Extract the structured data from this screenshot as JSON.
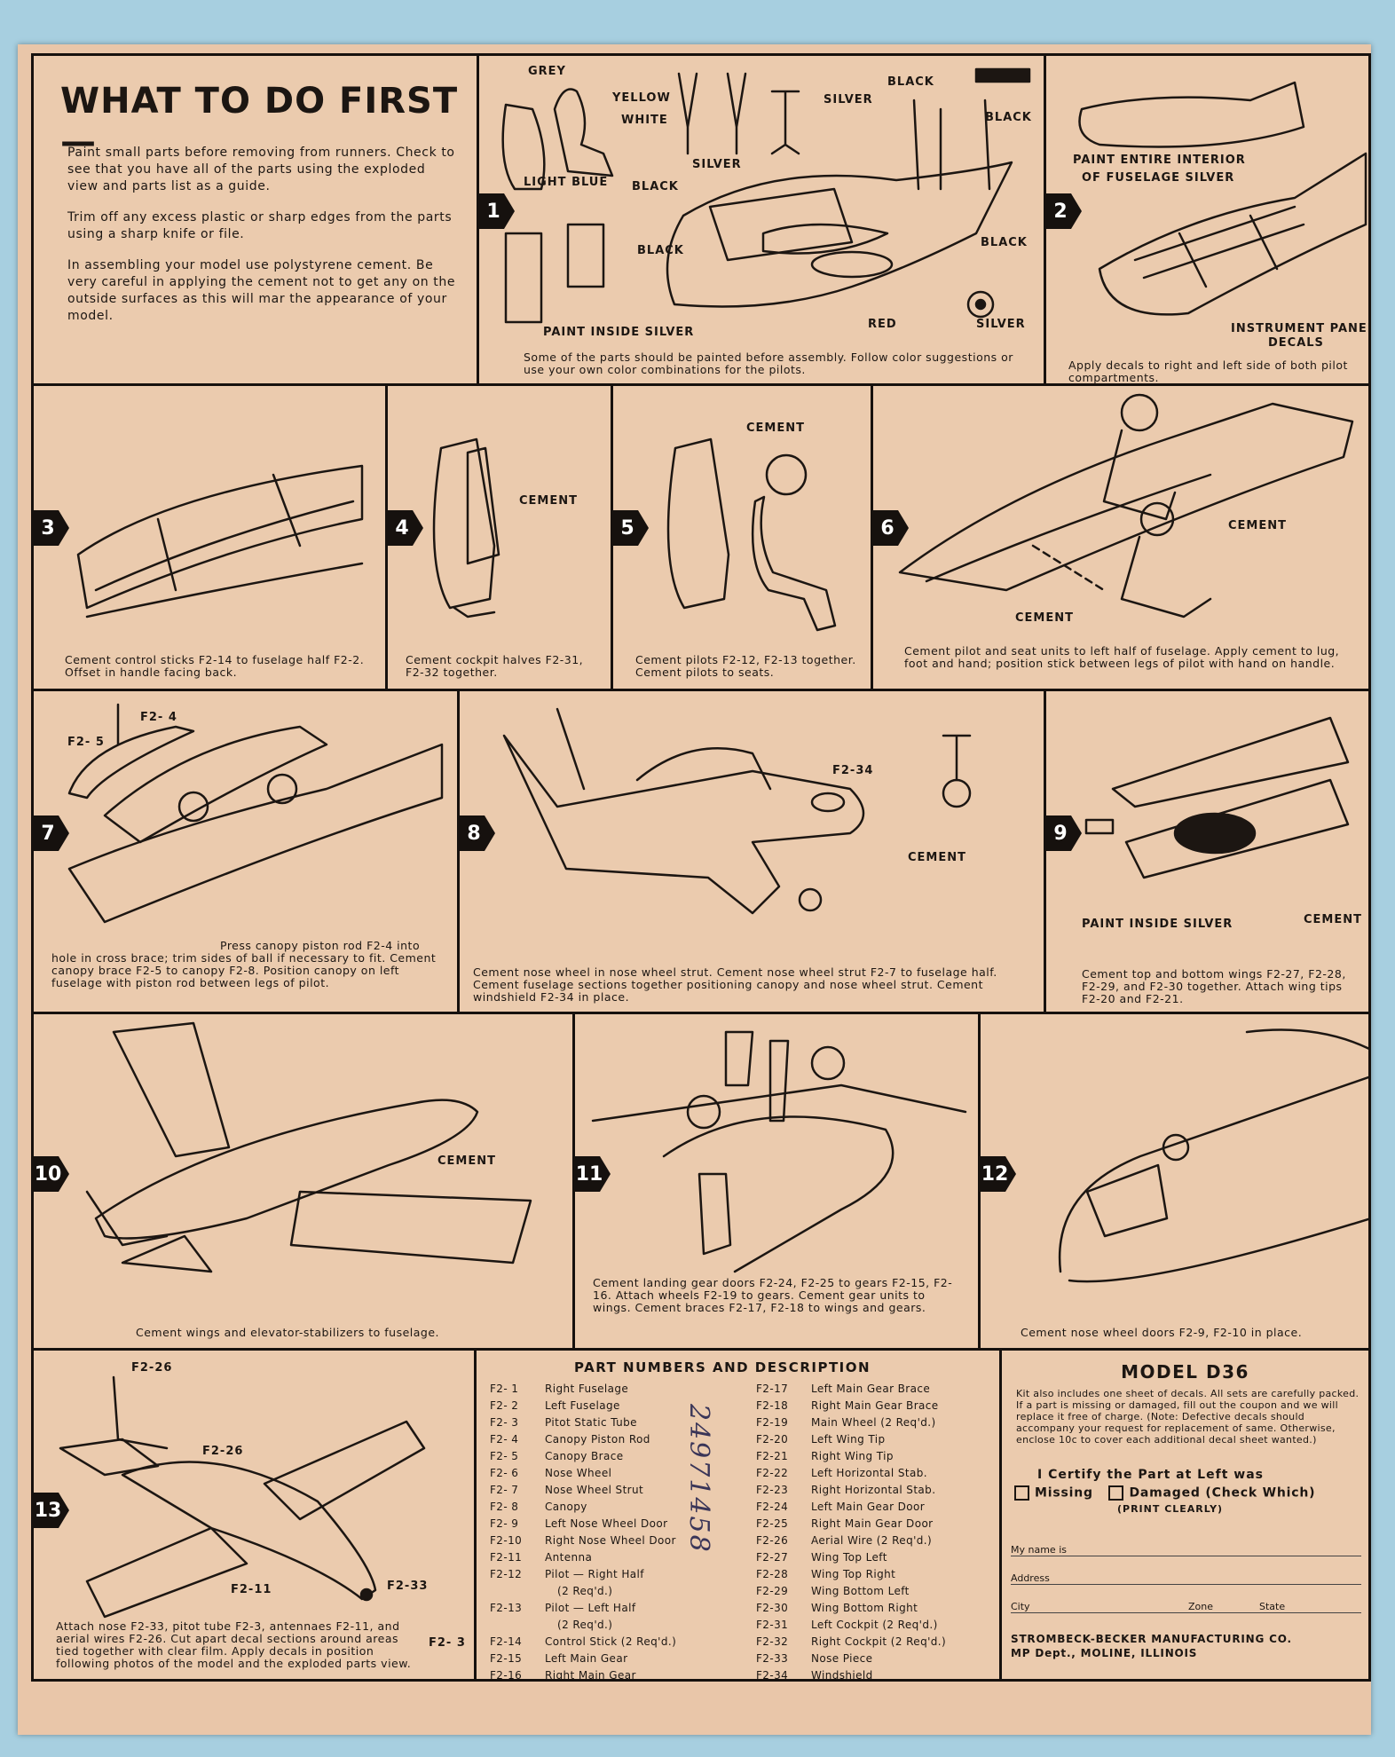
{
  "header": {
    "title": "WHAT TO DO FIRST—",
    "paragraphs": [
      "Paint small parts before removing from runners. Check to see that you have all of the parts using the exploded view and parts list as a guide.",
      "Trim off any excess plastic or sharp edges from the parts using a sharp knife or file.",
      "In assembling your model use polystyrene cement. Be very careful in applying the cement not to get any on the outside surfaces as this will mar the appearance of your model."
    ]
  },
  "steps": [
    {
      "number": "1",
      "caption": "Some of the parts should be painted before assembly. Follow color suggestions or use your own color combinations for the pilots.",
      "labels": [
        "GREY",
        "YELLOW",
        "WHITE",
        "LIGHT BLUE",
        "BLACK",
        "SILVER",
        "SILVER",
        "BLACK",
        "BLACK",
        "BLACK",
        "BLACK",
        "PAINT INSIDE SILVER",
        "RED",
        "SILVER"
      ]
    },
    {
      "number": "2",
      "caption": "Apply decals to right and left side of both pilot compartments.",
      "labels": [
        "PAINT ENTIRE INTERIOR",
        "OF FUSELAGE SILVER",
        "INSTRUMENT PANEL",
        "DECALS"
      ]
    },
    {
      "number": "3",
      "caption": "Cement control sticks F2-14 to fuselage half F2-2. Offset in handle facing back.",
      "labels": []
    },
    {
      "number": "4",
      "caption": "Cement cockpit halves F2-31, F2-32 together.",
      "labels": [
        "CEMENT"
      ]
    },
    {
      "number": "5",
      "caption": "Cement pilots F2-12, F2-13 together. Cement pilots to seats.",
      "labels": [
        "CEMENT"
      ]
    },
    {
      "number": "6",
      "caption": "Cement pilot and seat units to left half of fuselage. Apply cement to lug, foot and hand; position stick between legs of pilot with hand on handle.",
      "labels": [
        "CEMENT",
        "CEMENT"
      ]
    },
    {
      "number": "7",
      "caption": "Press canopy piston rod F2-4 into hole in cross brace; trim sides of ball if necessary to fit. Cement canopy brace F2-5 to canopy F2-8. Position canopy on left fuselage with piston rod between legs of pilot.",
      "labels": [
        "F2- 4",
        "F2- 5"
      ]
    },
    {
      "number": "8",
      "caption": "Cement nose wheel in nose wheel strut. Cement nose wheel strut F2-7 to fuselage half. Cement fuselage sections together positioning canopy and nose wheel strut. Cement windshield F2-34 in place.",
      "labels": [
        "F2-34",
        "CEMENT"
      ]
    },
    {
      "number": "9",
      "caption": "Cement top and bottom wings F2-27, F2-28, F2-29, and F2-30 together. Attach wing tips F2-20 and F2-21.",
      "labels": [
        "PAINT INSIDE SILVER",
        "CEMENT"
      ]
    },
    {
      "number": "10",
      "caption": "Cement wings and elevator-stabilizers to fuselage.",
      "labels": [
        "CEMENT"
      ]
    },
    {
      "number": "11",
      "caption": "Cement landing gear doors F2-24, F2-25 to gears F2-15, F2-16. Attach wheels F2-19 to gears. Cement gear units to wings. Cement braces F2-17, F2-18 to wings and gears.",
      "labels": []
    },
    {
      "number": "12",
      "caption": "Cement nose wheel doors F2-9, F2-10 in place.",
      "labels": []
    },
    {
      "number": "13",
      "caption": "Attach nose F2-33, pitot tube F2-3, antennaes F2-11, and aerial wires F2-26. Cut apart decal sections around areas tied together with clear film. Apply decals in position following photos of the model and the exploded parts view.",
      "labels": [
        "F2-26",
        "F2-26",
        "F2-11",
        "F2-33",
        "F2- 3"
      ]
    }
  ],
  "parts": {
    "heading": "PART NUMBERS AND DESCRIPTION",
    "left": [
      {
        "code": "F2- 1",
        "desc": "Right Fuselage"
      },
      {
        "code": "F2- 2",
        "desc": "Left Fuselage"
      },
      {
        "code": "F2- 3",
        "desc": "Pitot Static Tube"
      },
      {
        "code": "F2- 4",
        "desc": "Canopy Piston Rod"
      },
      {
        "code": "F2- 5",
        "desc": "Canopy Brace"
      },
      {
        "code": "F2- 6",
        "desc": "Nose Wheel"
      },
      {
        "code": "F2- 7",
        "desc": "Nose Wheel Strut"
      },
      {
        "code": "F2- 8",
        "desc": "Canopy"
      },
      {
        "code": "F2- 9",
        "desc": "Left Nose Wheel Door"
      },
      {
        "code": "F2-10",
        "desc": "Right Nose Wheel Door"
      },
      {
        "code": "F2-11",
        "desc": "Antenna"
      },
      {
        "code": "F2-12",
        "desc": "Pilot — Right Half"
      },
      {
        "code": "",
        "desc": "(2 Req'd.)"
      },
      {
        "code": "F2-13",
        "desc": "Pilot — Left Half"
      },
      {
        "code": "",
        "desc": "(2 Req'd.)"
      },
      {
        "code": "F2-14",
        "desc": "Control Stick (2 Req'd.)"
      },
      {
        "code": "F2-15",
        "desc": "Left Main Gear"
      },
      {
        "code": "F2-16",
        "desc": "Right Main Gear"
      }
    ],
    "right": [
      {
        "code": "F2-17",
        "desc": "Left Main Gear Brace"
      },
      {
        "code": "F2-18",
        "desc": "Right Main Gear Brace"
      },
      {
        "code": "F2-19",
        "desc": "Main Wheel (2 Req'd.)"
      },
      {
        "code": "F2-20",
        "desc": "Left Wing Tip"
      },
      {
        "code": "F2-21",
        "desc": "Right Wing Tip"
      },
      {
        "code": "F2-22",
        "desc": "Left Horizontal Stab."
      },
      {
        "code": "F2-23",
        "desc": "Right Horizontal Stab."
      },
      {
        "code": "F2-24",
        "desc": "Left Main Gear Door"
      },
      {
        "code": "F2-25",
        "desc": "Right Main Gear Door"
      },
      {
        "code": "F2-26",
        "desc": "Aerial Wire (2 Req'd.)"
      },
      {
        "code": "F2-27",
        "desc": "Wing Top Left"
      },
      {
        "code": "F2-28",
        "desc": "Wing Top Right"
      },
      {
        "code": "F2-29",
        "desc": "Wing Bottom Left"
      },
      {
        "code": "F2-30",
        "desc": "Wing Bottom Right"
      },
      {
        "code": "F2-31",
        "desc": "Left Cockpit (2 Req'd.)"
      },
      {
        "code": "F2-32",
        "desc": "Right Cockpit (2 Req'd.)"
      },
      {
        "code": "F2-33",
        "desc": "Nose Piece"
      },
      {
        "code": "F2-34",
        "desc": "Windshield"
      }
    ],
    "stamp": "24971458"
  },
  "model": {
    "title": "MODEL D36",
    "text": "Kit also includes one sheet of decals. All sets are carefully packed. If a part is missing or damaged, fill out the coupon and we will replace it free of charge. (Note: Defective decals should accompany your request for replacement of same. Otherwise, enclose 10c to cover each additional decal sheet wanted.)",
    "certify": "I Certify the Part at Left was",
    "missing": "Missing",
    "damaged": "Damaged",
    "check_which": "(Check Which)",
    "print_clearly": "(PRINT CLEARLY)",
    "name_label": "My name is",
    "address_label": "Address",
    "city_label": "City",
    "zone_label": "Zone",
    "state_label": "State",
    "company": "STROMBECK-BECKER MANUFACTURING CO.",
    "dept": "MP Dept., MOLINE, ILLINOIS"
  }
}
